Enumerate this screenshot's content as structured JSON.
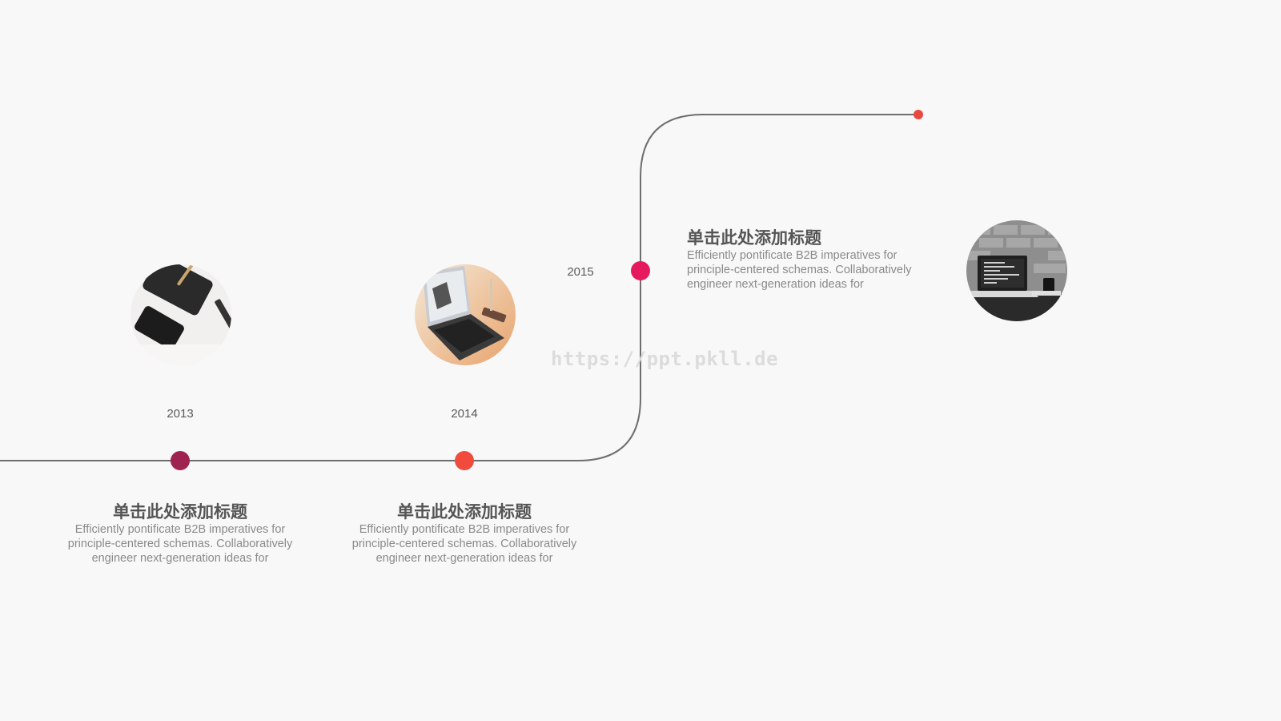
{
  "timeline": {
    "line_color": "#6e6e6e",
    "milestones": [
      {
        "year": "2013",
        "dot_color": "#9e2350",
        "image": "phones-on-desk-photo",
        "title": "单击此处添加标题",
        "body": [
          "Efficiently pontificate B2B imperatives for",
          "principle-centered schemas. Collaboratively",
          "engineer next-generation ideas for"
        ]
      },
      {
        "year": "2014",
        "dot_color": "#f04b3c",
        "image": "laptop-on-desk-photo",
        "title": "单击此处添加标题",
        "body": [
          "Efficiently pontificate B2B imperatives for",
          "principle-centered schemas. Collaboratively",
          "engineer next-generation ideas for"
        ]
      },
      {
        "year": "2015",
        "dot_color": "#e6195f",
        "image": "laptop-code-grayscale-photo",
        "title": "单击此处添加标题",
        "body": [
          "Efficiently pontificate B2B imperatives for",
          "principle-centered schemas. Collaboratively",
          "engineer next-generation ideas for"
        ]
      }
    ],
    "end_dot_color": "#e84a3f"
  },
  "watermark": "https://ppt.pkll.de"
}
